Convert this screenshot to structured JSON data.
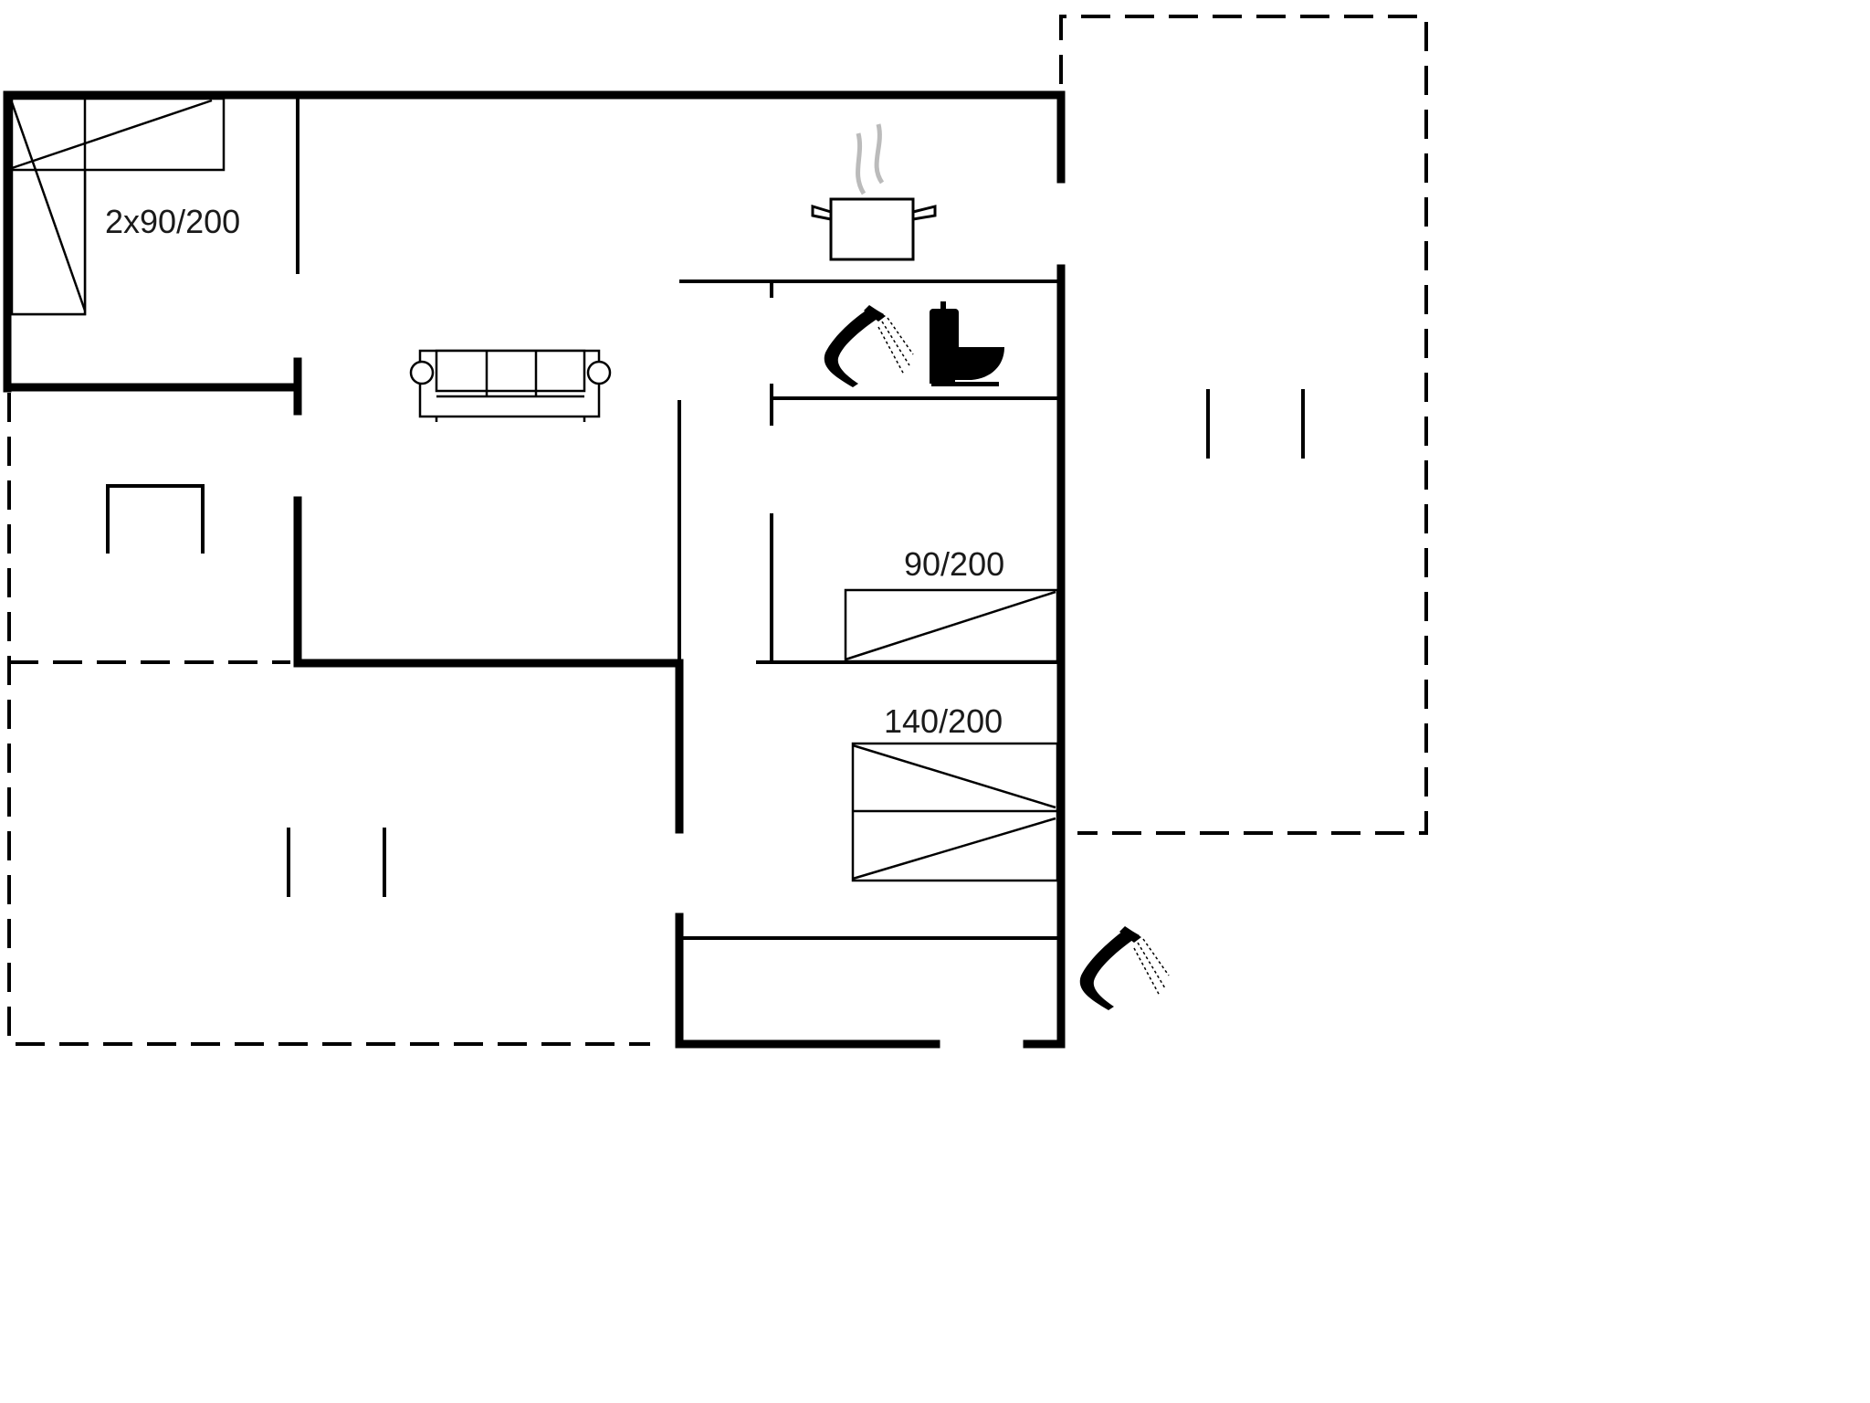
{
  "bed_labels": {
    "bedroom_twin": "2x90/200",
    "bedroom_single": "90/200",
    "bedroom_double": "140/200"
  },
  "icons": {
    "kitchen": "cooking-pot-icon",
    "bathroom_shower": "shower-head-icon",
    "toilet": "toilet-icon",
    "sofa": "sofa-icon",
    "outdoor_shower": "shower-head-icon"
  }
}
